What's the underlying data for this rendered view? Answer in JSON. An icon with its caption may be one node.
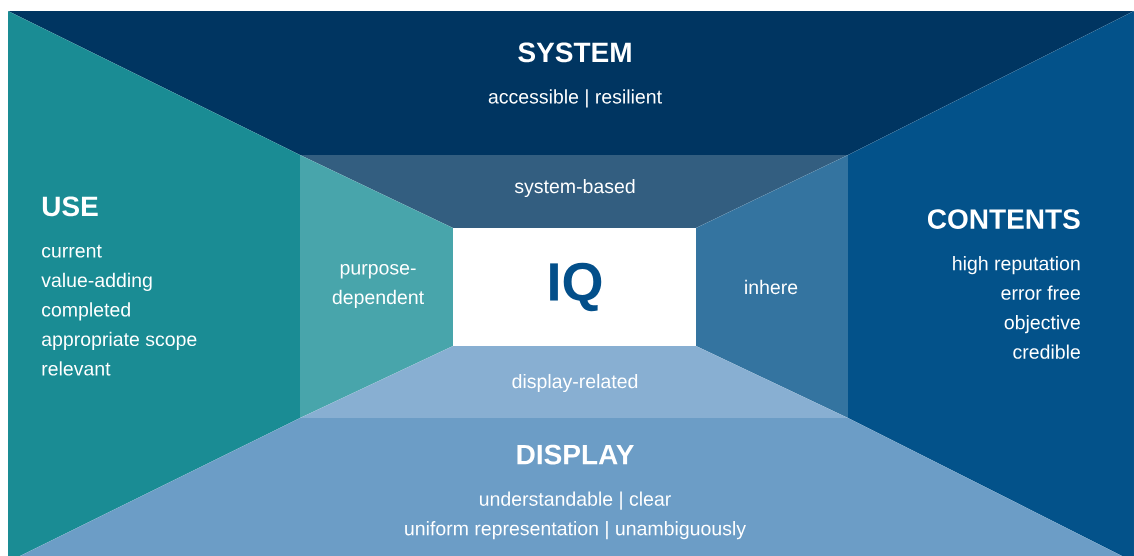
{
  "diagram": {
    "nodes": [
      {
        "text": [
          "SYSTEM",
          "accessible | resilient"
        ]
      },
      {
        "text": [
          "USE",
          "current",
          "value-adding",
          "completed",
          "appropriate scope",
          "relevant"
        ]
      },
      {
        "text": [
          "system-based"
        ]
      },
      {
        "text": [
          "purpose-dependent"
        ]
      },
      {
        "text": [
          "IQ"
        ]
      },
      {
        "text": [
          "inhere"
        ]
      },
      {
        "text": [
          "CONTENTS",
          "high reputation",
          "error free",
          "objective",
          "credible"
        ]
      },
      {
        "text": [
          "display-related"
        ]
      },
      {
        "text": [
          "DISPLAY",
          "understandable | clear",
          "uniform representation | unambiguously"
        ]
      }
    ]
  }
}
